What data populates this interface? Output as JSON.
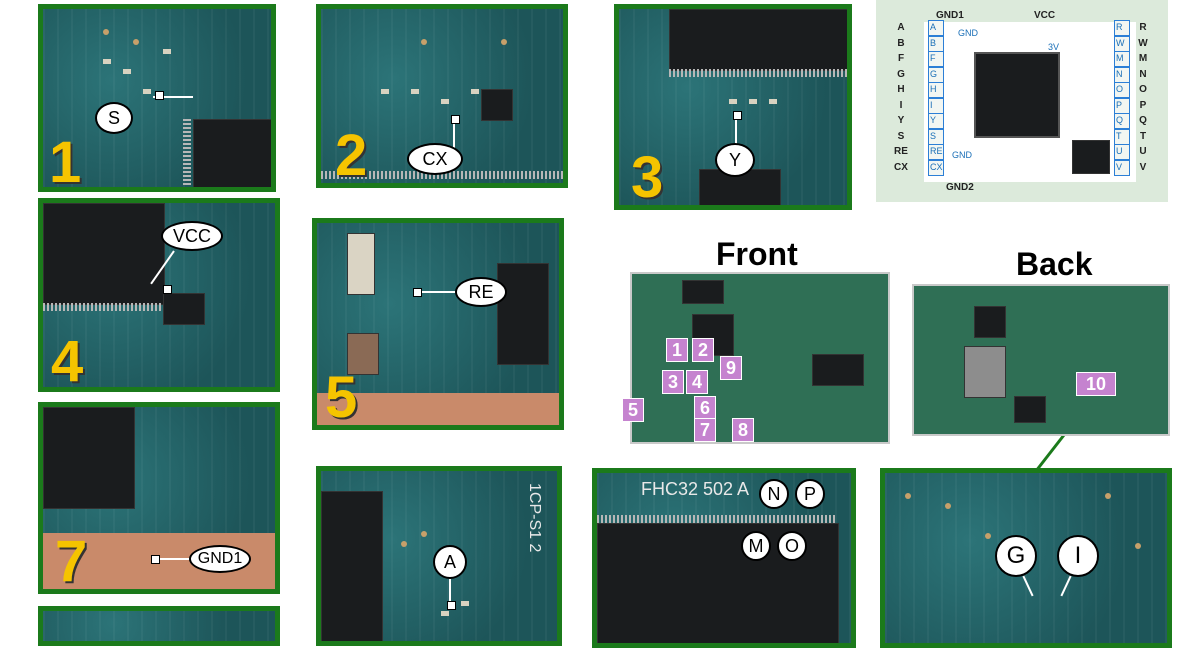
{
  "panels": [
    {
      "number": "1",
      "label": "S"
    },
    {
      "number": "2",
      "label": "CX"
    },
    {
      "number": "3",
      "label": "Y"
    },
    {
      "number": "4",
      "label": "VCC"
    },
    {
      "number": "5",
      "label": "RE"
    },
    {
      "number": "7",
      "label": "GND1"
    },
    {
      "label": "A",
      "pcb_text": "1CP-S1 2"
    },
    {
      "chip_text": "FHC32 502 A",
      "labels": [
        "N",
        "P",
        "M",
        "O"
      ]
    },
    {
      "labels": [
        "G",
        "I"
      ]
    }
  ],
  "boards": {
    "front_title": "Front",
    "back_title": "Back",
    "front_tags": [
      "1",
      "2",
      "9",
      "3",
      "4",
      "5",
      "6",
      "7",
      "8"
    ],
    "back_tag": "10"
  },
  "chip_diagram": {
    "top_labels": [
      "GND1",
      "VCC"
    ],
    "bottom_label": "GND2",
    "left_pins": [
      "A",
      "B",
      "F",
      "G",
      "H",
      "I",
      "Y",
      "S",
      "RE",
      "CX"
    ],
    "right_pins": [
      "R",
      "W",
      "M",
      "N",
      "O",
      "P",
      "Q",
      "T",
      "U",
      "V"
    ],
    "inner_left": [
      "A",
      "B",
      "F",
      "G",
      "H",
      "I",
      "Y",
      "S",
      "RE",
      "CX"
    ],
    "inner_right": [
      "R",
      "W",
      "M",
      "N",
      "O",
      "P",
      "Q",
      "T",
      "U",
      "V"
    ],
    "inner_top": [
      "GND",
      "3V"
    ],
    "inner_bottom": "GND"
  },
  "colors": {
    "frame": "#1b7a1b",
    "number": "#f5c400",
    "tag": "#c583cf",
    "pin_box": "#2c7fd6"
  }
}
